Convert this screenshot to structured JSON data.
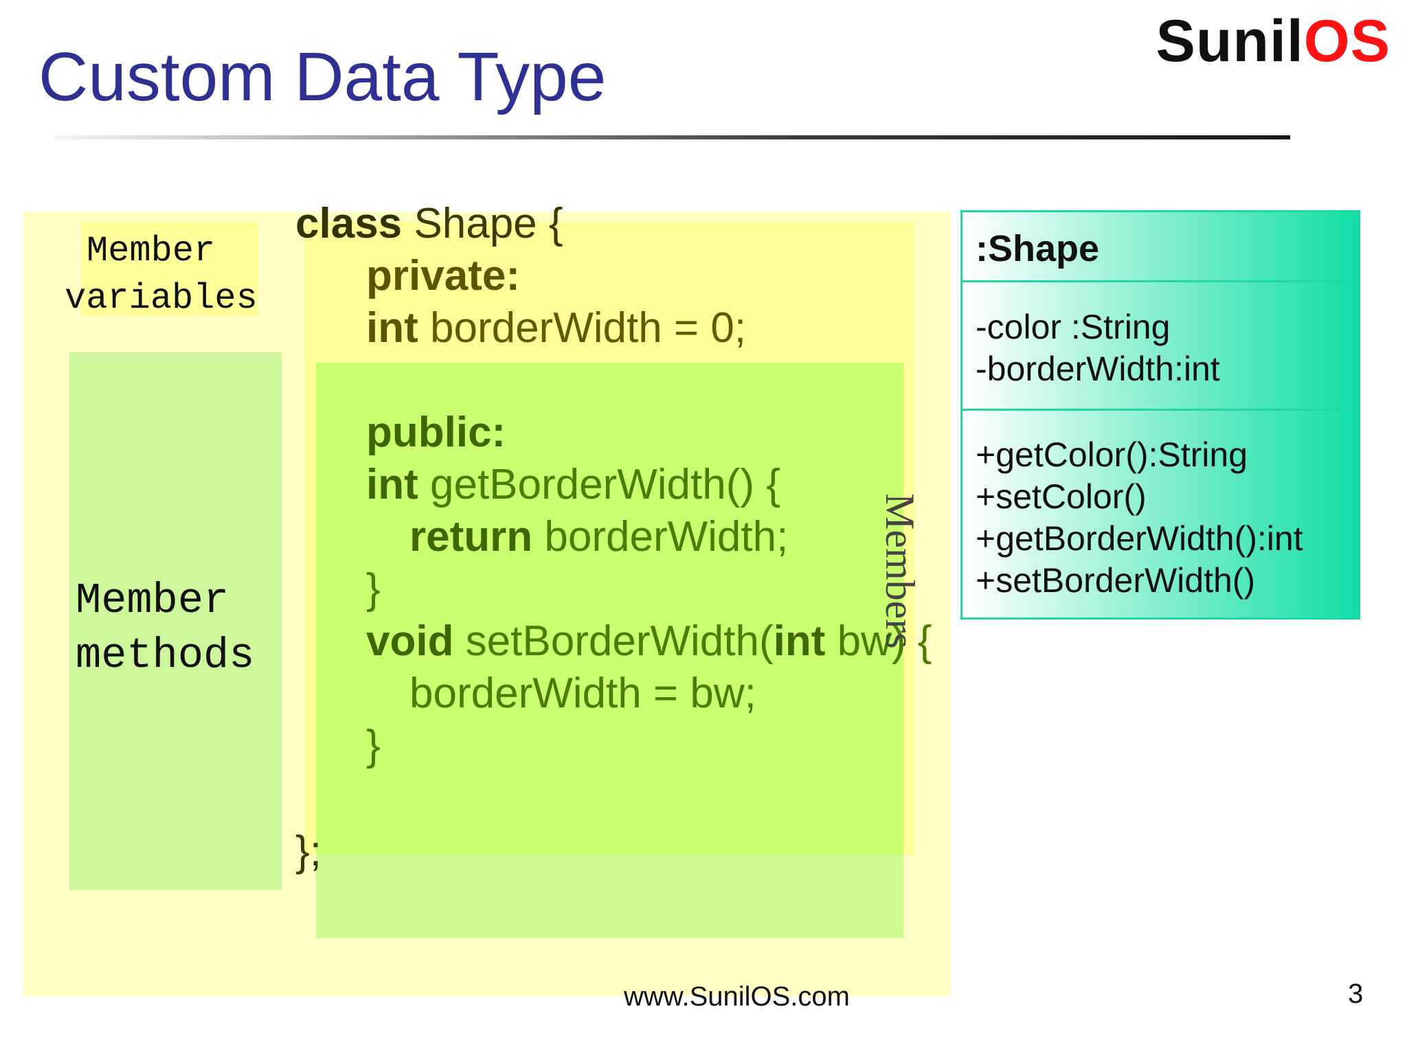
{
  "slide": {
    "title": "Custom Data Type",
    "logo_main": "Sunil",
    "logo_accent": "OS",
    "footer_url": "www.SunilOS.com",
    "page_number": "3"
  },
  "labels": {
    "member_variables_line1": "Member",
    "member_variables_line2": "variables",
    "member_methods_line1": "Member",
    "member_methods_line2": "methods",
    "members": "Members"
  },
  "code": {
    "l1_kw": "class",
    "l1_rest": " Shape {",
    "l2_kw": "private:",
    "l3_kw": "int",
    "l3_rest": " borderWidth = 0;",
    "l4_kw": "public:",
    "l5_kw": "int",
    "l5_rest": " getBorderWidth() {",
    "l6_kw": "return",
    "l6_rest": " borderWidth;",
    "l7": "}",
    "l8_kw": "void",
    "l8_mid": " setBorderWidth(",
    "l8_kw2": "int",
    "l8_rest": " bw) {",
    "l9": "borderWidth = bw;",
    "l10": "}",
    "l11": "};"
  },
  "uml": {
    "class_name": ":Shape",
    "attributes": [
      "-color :String",
      "-borderWidth:int"
    ],
    "methods": [
      "+getColor():String",
      "+setColor()",
      "+getBorderWidth():int",
      "+setBorderWidth()"
    ]
  },
  "colors": {
    "title": "#2e3192",
    "logo_accent": "#ff1212",
    "outer_box": "#ffffc6",
    "code_box": "#ffff99",
    "methods_box": "#caff70",
    "uml_border": "#22d7a5"
  }
}
